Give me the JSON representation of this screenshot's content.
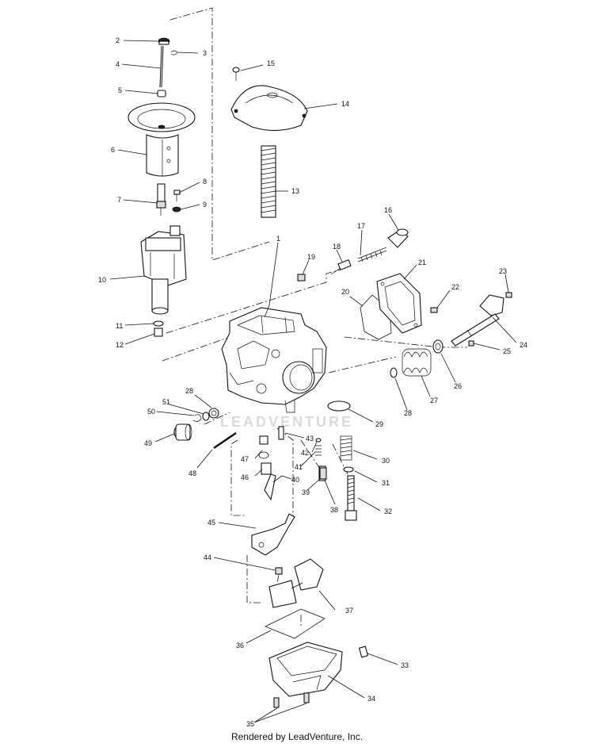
{
  "labels": {
    "p1": "1",
    "p2": "2",
    "p3": "3",
    "p4": "4",
    "p5": "5",
    "p6": "6",
    "p7": "7",
    "p8": "8",
    "p9": "9",
    "p10": "10",
    "p11": "11",
    "p12": "12",
    "p13": "13",
    "p14": "14",
    "p15": "15",
    "p16": "16",
    "p17": "17",
    "p18": "18",
    "p19": "19",
    "p20": "20",
    "p21": "21",
    "p22": "22",
    "p23": "23",
    "p24": "24",
    "p25": "25",
    "p26": "26",
    "p27": "27",
    "p28a": "28",
    "p28b": "28",
    "p29": "29",
    "p30": "30",
    "p31": "31",
    "p32": "32",
    "p33": "33",
    "p34": "34",
    "p35": "35",
    "p36": "36",
    "p37": "37",
    "p38": "38",
    "p39": "39",
    "p40": "40",
    "p41": "41",
    "p42": "42",
    "p43": "43",
    "p44": "44",
    "p45": "45",
    "p46": "46",
    "p47": "47",
    "p48": "48",
    "p49": "49",
    "p50": "50",
    "p51": "51"
  },
  "watermark": "LEADVENTURE",
  "footer": "Rendered by LeadVenture, Inc."
}
